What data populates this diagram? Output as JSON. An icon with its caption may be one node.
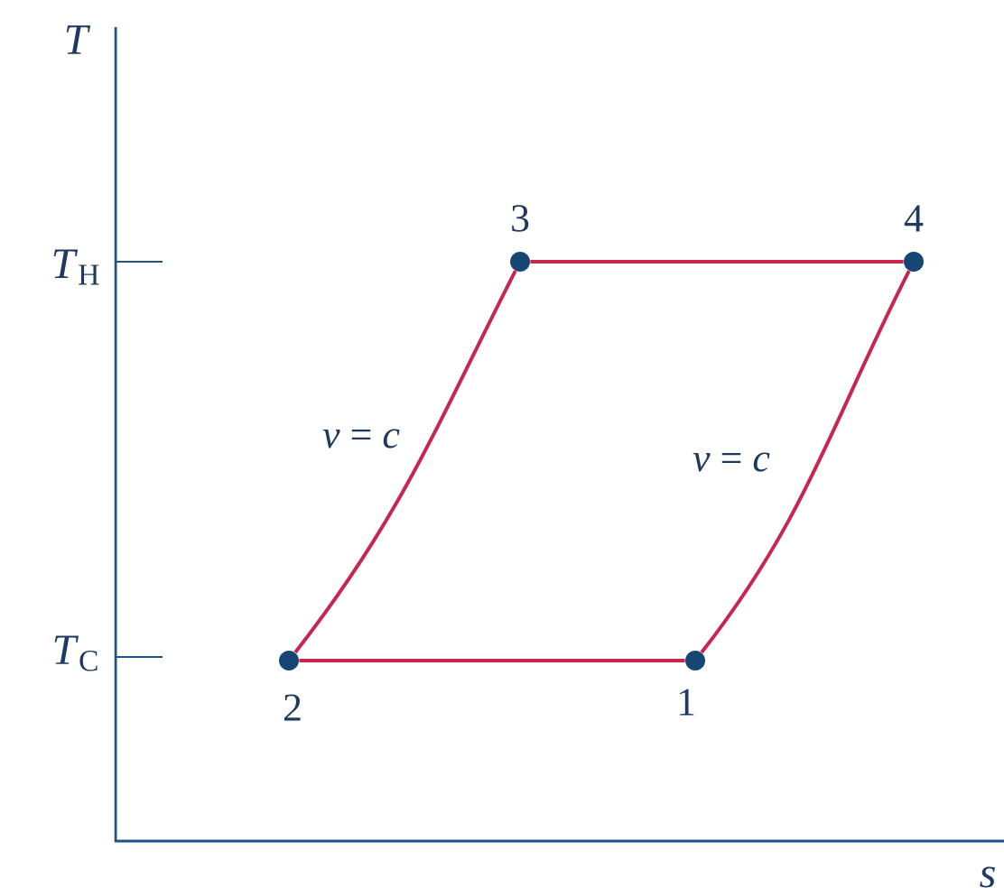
{
  "diagram": {
    "nodes": [
      {
        "text": [
          "1"
        ]
      },
      {
        "text": [
          "2"
        ]
      },
      {
        "text": [
          "3"
        ]
      },
      {
        "text": [
          "4"
        ]
      }
    ],
    "edges": [
      {
        "from": 0,
        "to": 1,
        "arrow": "none"
      },
      {
        "from": 1,
        "to": 2,
        "arrow": "none",
        "label": "*v* = *c*"
      },
      {
        "from": 2,
        "to": 3,
        "arrow": "none"
      },
      {
        "from": 3,
        "to": 0,
        "arrow": "none",
        "label": "*v* = *c*"
      }
    ],
    "labels": [
      "T",
      "*T*$_{H}$",
      "*T*$_{C}$",
      "s"
    ]
  }
}
